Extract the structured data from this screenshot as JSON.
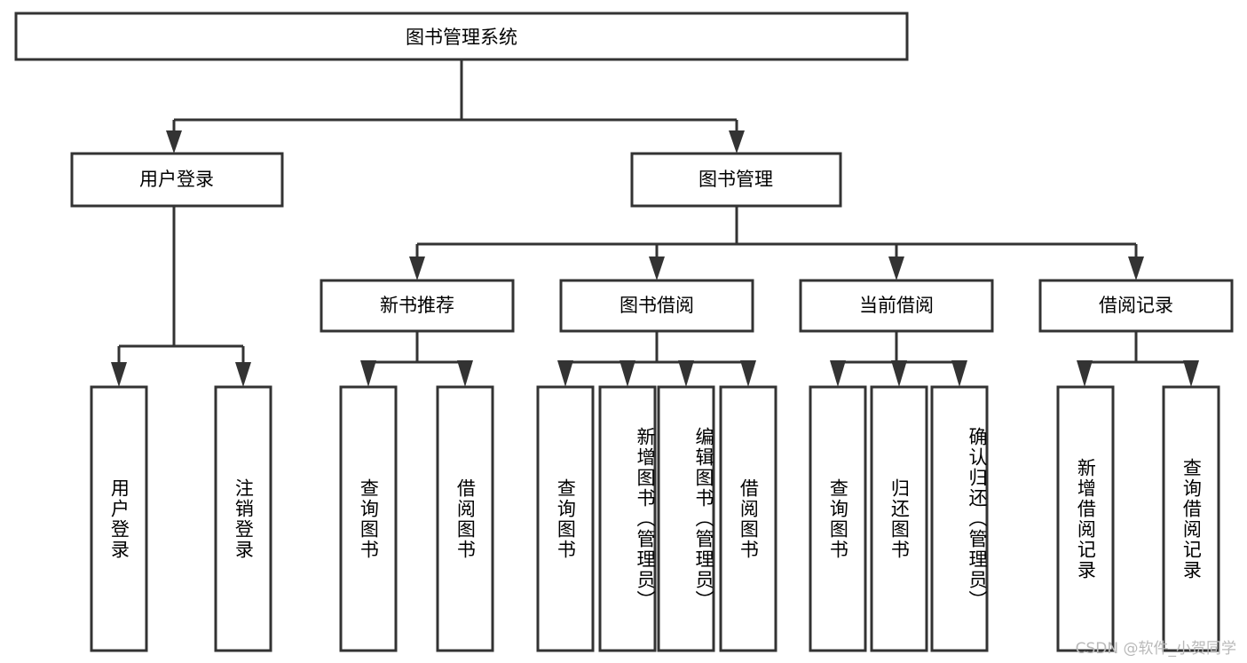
{
  "diagram": {
    "type": "tree-hierarchy",
    "title": "图书管理系统",
    "orientation": "top-down",
    "line_color": "#333333",
    "box_fill": "#ffffff",
    "text_color": "#000000",
    "root": {
      "id": "root",
      "label": "图书管理系统",
      "text_direction": "horizontal"
    },
    "level2": [
      {
        "id": "user-login",
        "label": "用户登录",
        "text_direction": "horizontal"
      },
      {
        "id": "book-manage",
        "label": "图书管理",
        "text_direction": "horizontal"
      }
    ],
    "level3": [
      {
        "id": "new-book-rec",
        "label": "新书推荐",
        "text_direction": "horizontal",
        "parent": "book-manage"
      },
      {
        "id": "book-borrow",
        "label": "图书借阅",
        "text_direction": "horizontal",
        "parent": "book-manage"
      },
      {
        "id": "current-borrow",
        "label": "当前借阅",
        "text_direction": "horizontal",
        "parent": "book-manage"
      },
      {
        "id": "borrow-record",
        "label": "借阅记录",
        "text_direction": "horizontal",
        "parent": "book-manage"
      }
    ],
    "leaves": [
      {
        "id": "leaf-user-login",
        "label": "用户登录",
        "parent": "user-login",
        "text_direction": "vertical"
      },
      {
        "id": "leaf-logout",
        "label": "注销登录",
        "parent": "user-login",
        "text_direction": "vertical"
      },
      {
        "id": "leaf-query-book-1",
        "label": "查询图书",
        "parent": "new-book-rec",
        "text_direction": "vertical"
      },
      {
        "id": "leaf-borrow-book-1",
        "label": "借阅图书",
        "parent": "new-book-rec",
        "text_direction": "vertical"
      },
      {
        "id": "leaf-query-book-2",
        "label": "查询图书",
        "parent": "book-borrow",
        "text_direction": "vertical"
      },
      {
        "id": "leaf-add-book",
        "label": "新增图书（管理员）",
        "parent": "book-borrow",
        "text_direction": "vertical"
      },
      {
        "id": "leaf-edit-book",
        "label": "编辑图书（管理员）",
        "parent": "book-borrow",
        "text_direction": "vertical"
      },
      {
        "id": "leaf-borrow-book-2",
        "label": "借阅图书",
        "parent": "book-borrow",
        "text_direction": "vertical"
      },
      {
        "id": "leaf-query-book-3",
        "label": "查询图书",
        "parent": "current-borrow",
        "text_direction": "vertical"
      },
      {
        "id": "leaf-return-book",
        "label": "归还图书",
        "parent": "current-borrow",
        "text_direction": "vertical"
      },
      {
        "id": "leaf-confirm-return",
        "label": "确认归还（管理员）",
        "parent": "current-borrow",
        "text_direction": "vertical"
      },
      {
        "id": "leaf-add-record",
        "label": "新增借阅记录",
        "parent": "borrow-record",
        "text_direction": "vertical"
      },
      {
        "id": "leaf-query-record",
        "label": "查询借阅记录",
        "parent": "borrow-record",
        "text_direction": "vertical"
      }
    ]
  },
  "watermark": {
    "text": "CSDN @软件_小贺同学"
  }
}
